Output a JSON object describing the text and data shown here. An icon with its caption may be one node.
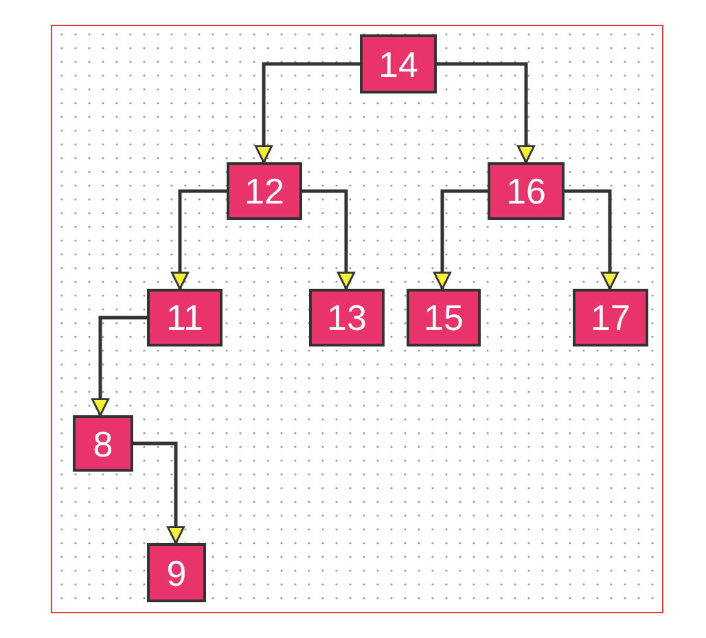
{
  "diagram": {
    "nodes": [
      {
        "text": [
          "14"
        ]
      },
      {
        "text": [
          "12"
        ]
      },
      {
        "text": [
          "16"
        ]
      },
      {
        "text": [
          "11"
        ]
      },
      {
        "text": [
          "13"
        ]
      },
      {
        "text": [
          "15"
        ]
      },
      {
        "text": [
          "17"
        ]
      },
      {
        "text": [
          "8"
        ]
      },
      {
        "text": [
          "9"
        ]
      }
    ],
    "edges": [
      {
        "from": 0,
        "to": 1,
        "arrow": "to"
      },
      {
        "from": 0,
        "to": 2,
        "arrow": "to"
      },
      {
        "from": 1,
        "to": 3,
        "arrow": "to"
      },
      {
        "from": 1,
        "to": 4,
        "arrow": "to"
      },
      {
        "from": 2,
        "to": 5,
        "arrow": "to"
      },
      {
        "from": 2,
        "to": 6,
        "arrow": "to"
      },
      {
        "from": 3,
        "to": 7,
        "arrow": "to"
      },
      {
        "from": 7,
        "to": 8,
        "arrow": "to"
      }
    ]
  }
}
